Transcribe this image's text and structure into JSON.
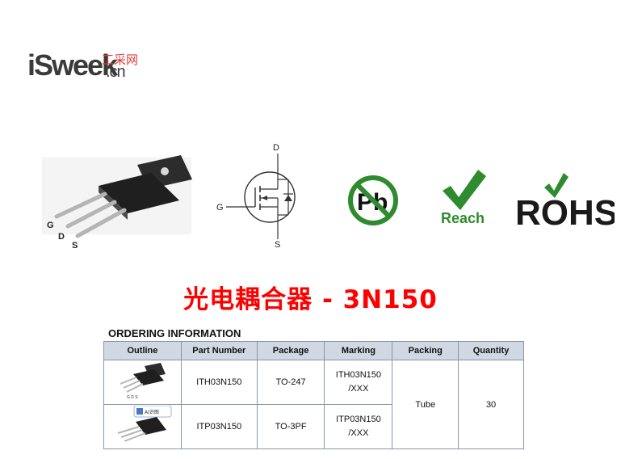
{
  "logo": {
    "brand": "iSweek",
    "suffix": ".cn",
    "chinese_name": "工采网"
  },
  "symbol": {
    "pin_g": "G",
    "pin_d": "D",
    "pin_s": "S"
  },
  "package_pins": {
    "g": "G",
    "d": "D",
    "s": "S"
  },
  "badges": {
    "pb": "Pb",
    "reach": "Reach",
    "rohs": "ROHS"
  },
  "title": "光电耦合器 - 3N150",
  "ordering": {
    "heading": "ORDERING INFORMATION",
    "columns": [
      "Outline",
      "Part Number",
      "Package",
      "Marking",
      "Packing",
      "Quantity"
    ],
    "rows": [
      {
        "part_number": "ITH03N150",
        "package": "TO-247",
        "marking_line1": "ITH03N150",
        "marking_line2": "/XXX",
        "thumb_pins": "G D S"
      },
      {
        "part_number": "ITP03N150",
        "package": "TO-3PF",
        "marking_line1": "ITP03N150",
        "marking_line2": "/XXX",
        "thumb_badge": "AI识图"
      }
    ],
    "packing": "Tube",
    "quantity": "30"
  },
  "colors": {
    "title_red": "#ff0000",
    "logo_red": "#e23b3b",
    "header_fill": "#cfd8e3",
    "badge_green": "#2e8b2e"
  }
}
